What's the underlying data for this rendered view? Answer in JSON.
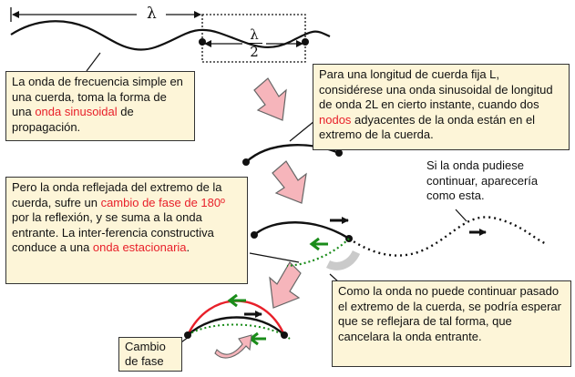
{
  "labels": {
    "lambda": "λ",
    "half_lambda_num": "λ",
    "half_lambda_den": "2"
  },
  "callouts": {
    "c1": {
      "pre": "La onda de frecuencia simple en una cuerda, toma la forma de una ",
      "red": "onda sinusoidal",
      "post": " de propagación."
    },
    "c2": {
      "pre": "Para una longitud de cuerda fija L, considérese una onda sinusoidal de longitud de onda 2L en cierto instante, cuando dos ",
      "red": "nodos",
      "post": " adyacentes de la onda están en el extremo de la cuerda."
    },
    "c3": {
      "text": "Si la onda pudiese continuar, aparecería como esta."
    },
    "c4": {
      "pre": "Pero la onda reflejada del extremo de la cuerda, sufre un ",
      "red1": "cambio de fase de 180º",
      "mid": " por la reflexión, y se suma a la onda entrante. La inter-ferencia constructiva conduce a una ",
      "red2": "onda estacionaria",
      "post": "."
    },
    "c5": {
      "text": "Como la onda no puede continuar pasado el extremo de la cuerda, se podría esperar que se reflejara de tal forma, que cancelara la onda entrante."
    },
    "c6": {
      "text": "Cambio de fase"
    }
  },
  "colors": {
    "callout_bg": "#fdf5d8",
    "accent_red": "#e8202a",
    "arrow_pink": "#f6b5bb",
    "green": "#1a8c1a",
    "wave": "#111111"
  }
}
